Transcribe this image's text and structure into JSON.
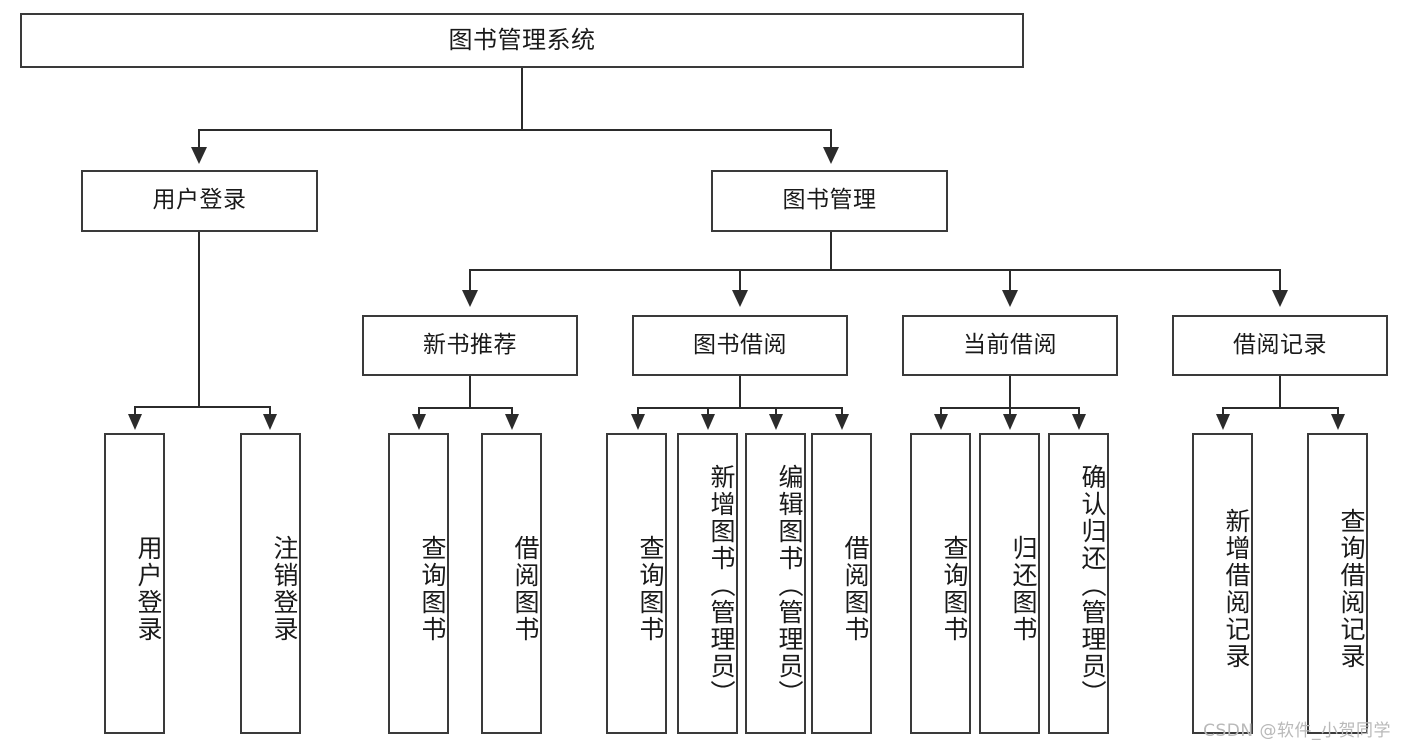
{
  "diagram": {
    "type": "tree",
    "title": "图书管理系统",
    "watermark": "CSDN @软件_小贺同学",
    "levels": {
      "root": {
        "label": "图书管理系统"
      },
      "level2": [
        {
          "label": "用户登录"
        },
        {
          "label": "图书管理"
        }
      ],
      "level3": [
        {
          "label": "新书推荐"
        },
        {
          "label": "图书借阅"
        },
        {
          "label": "当前借阅"
        },
        {
          "label": "借阅记录"
        }
      ],
      "leaves": {
        "user_login": [
          {
            "label": "用户登录"
          },
          {
            "label": "注销登录"
          }
        ],
        "new_book": [
          {
            "label": "查询图书"
          },
          {
            "label": "借阅图书"
          }
        ],
        "book_borrow": [
          {
            "label": "查询图书"
          },
          {
            "label": "新增图书（管理员）"
          },
          {
            "label": "编辑图书（管理员）"
          },
          {
            "label": "借阅图书"
          }
        ],
        "current_borrow": [
          {
            "label": "查询图书"
          },
          {
            "label": "归还图书"
          },
          {
            "label": "确认归还（管理员）"
          }
        ],
        "borrow_record": [
          {
            "label": "新增借阅记录"
          },
          {
            "label": "查询借阅记录"
          }
        ]
      }
    },
    "colors": {
      "border": "#3a3a3a",
      "line": "#2b2b2b",
      "text": "#1a1a1a",
      "background": "#ffffff",
      "watermark": "#b9b9b9"
    }
  }
}
